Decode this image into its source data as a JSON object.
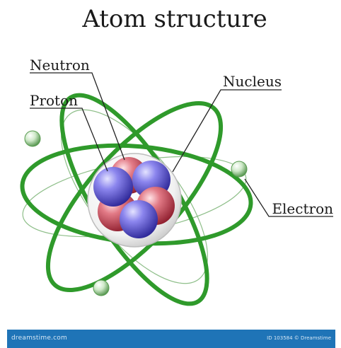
{
  "title": "Atom structure",
  "labels": {
    "neutron": "Neutron",
    "proton": "Proton",
    "nucleus": "Nucleus",
    "electron": "Electron"
  },
  "footer": {
    "left_text": "dreamstime.com",
    "right_text": "ID 103584 © Dreamstime"
  },
  "colors": {
    "orbit": "#2f9a2b",
    "orbit_dark": "#1d6e1a",
    "proton": "#4b46c8",
    "neutron": "#c0394a",
    "electron": "#a8d8a0",
    "nucleus_shell": "#eeeeee",
    "footer": "#1f74b7"
  }
}
